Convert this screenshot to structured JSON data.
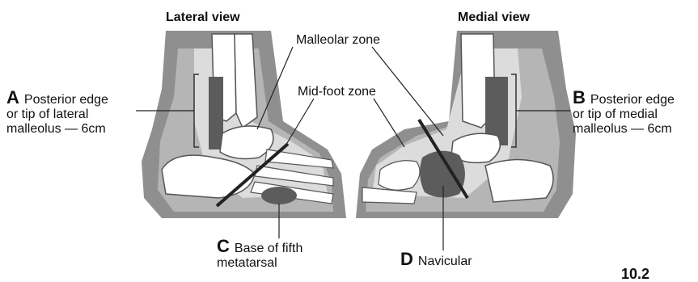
{
  "views": {
    "lateral": {
      "title": "Lateral view"
    },
    "medial": {
      "title": "Medial view"
    }
  },
  "zones": {
    "malleolar": "Malleolar zone",
    "midfoot": "Mid-foot zone"
  },
  "callouts": {
    "A": {
      "letter": "A",
      "line1": "Posterior edge",
      "line2": "or tip of lateral",
      "line3": "malleolus — 6cm"
    },
    "B": {
      "letter": "B",
      "line1": "Posterior edge",
      "line2": "or tip of medial",
      "line3": "malleolus — 6cm"
    },
    "C": {
      "letter": "C",
      "line1": "Base of fifth",
      "line2": "metatarsal"
    },
    "D": {
      "letter": "D",
      "line1": "Navicular"
    }
  },
  "figure_number": "10.2",
  "colors": {
    "dark_zone": "#8f8f8f",
    "mid_zone": "#b5b5b5",
    "light_zone": "#dcdcdc",
    "bone": "#ffffff",
    "highlight": "#5c5c5c",
    "line": "#222222"
  }
}
